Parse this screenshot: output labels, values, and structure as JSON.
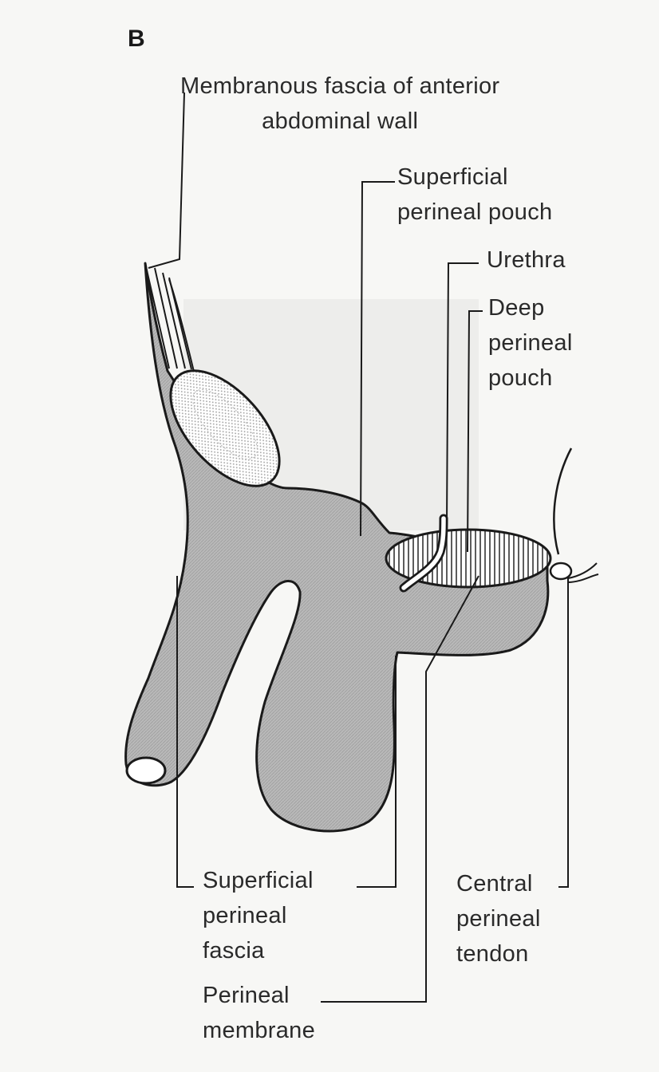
{
  "figure": {
    "panel_letter": "B",
    "labels": {
      "membranous_fascia": [
        "Membranous fascia of anterior",
        "abdominal wall"
      ],
      "superficial_pouch": [
        "Superficial",
        "perineal pouch"
      ],
      "urethra": [
        "Urethra"
      ],
      "deep_pouch": [
        "Deep",
        "perineal",
        "pouch"
      ],
      "superficial_fascia": [
        "Superficial",
        "perineal",
        "fascia"
      ],
      "central_tendon": [
        "Central",
        "perineal",
        "tendon"
      ],
      "perineal_membrane": [
        "Perineal",
        "membrane"
      ]
    }
  }
}
